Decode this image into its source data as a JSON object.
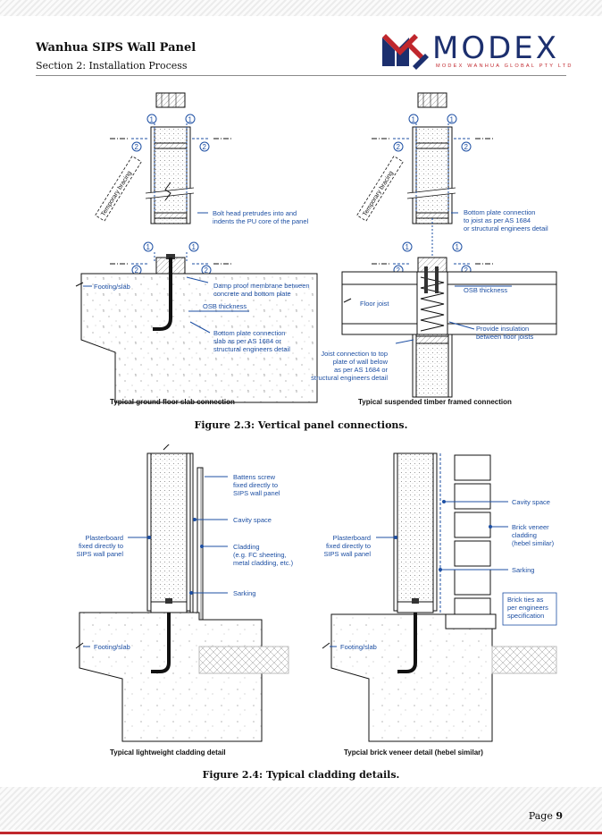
{
  "header": {
    "title": "Wanhua SIPS Wall Panel",
    "subtitle": "Section 2: Installation Process",
    "logo_word": "MODEX",
    "logo_tagline": "MODEX WANHUA GLOBAL PTY LTD"
  },
  "figure1": {
    "caption": "Figure 2.3: Vertical panel connections.",
    "left": {
      "title": "Typical ground floor slab connection",
      "bracing": "Temporary bracing",
      "bolt_head_1": "Bolt head pretrudes into and",
      "bolt_head_2": "indents the PU core of the panel",
      "damp_1": "Damp proof membrane between",
      "damp_2": "concrete and bottom plate",
      "osb": "OSB thickness",
      "bottom_1": "Bottom plate connection",
      "bottom_2": "slab as per AS 1684 or",
      "bottom_3": "structural engineers detail",
      "footing": "Footing/slab"
    },
    "right": {
      "title": "Typical suspended timber framed connection",
      "bracing": "Temporary bracing",
      "bottom_1": "Bottom plate connection",
      "bottom_2": "to joist as per AS 1684",
      "bottom_3": "or structural engineers detail",
      "osb": "OSB thickness",
      "floor_joist": "Floor joist",
      "insul_1": "Provide insulation",
      "insul_2": "between floor joists",
      "joist_1": "Joist connection to top",
      "joist_2": "plate of wall below",
      "joist_3": "as per AS 1684 or",
      "joist_4": "structural engineers detail"
    },
    "markers": {
      "one": "1",
      "two": "2"
    }
  },
  "figure2": {
    "caption": "Figure 2.4: Typical cladding details.",
    "left": {
      "title": "Typical lightweight cladding detail",
      "battens_1": "Battens screw",
      "battens_2": "fixed directly to",
      "battens_3": "SIPS wall panel",
      "cavity": "Cavity space",
      "cladding_1": "Cladding",
      "cladding_2": "(e.g. FC sheeting,",
      "cladding_3": "metal cladding, etc.)",
      "sarking": "Sarking",
      "plaster_1": "Plasterboard",
      "plaster_2": "fixed directly to",
      "plaster_3": "SIPS wall panel",
      "footing": "Footing/slab"
    },
    "right": {
      "title": "Typcial brick veneer detail (hebel similar)",
      "cavity": "Cavity space",
      "brick_1": "Brick veneer",
      "brick_2": "cladding",
      "brick_3": "(hebel similar)",
      "sarking": "Sarking",
      "ties_1": "Brick ties as",
      "ties_2": "per engineers",
      "ties_3": "specification",
      "plaster_1": "Plasterboard",
      "plaster_2": "fixed directly to",
      "plaster_3": "SIPS wall panel",
      "footing": "Footing/slab"
    }
  },
  "footer": {
    "page_label": "Page",
    "page_number": "9"
  }
}
